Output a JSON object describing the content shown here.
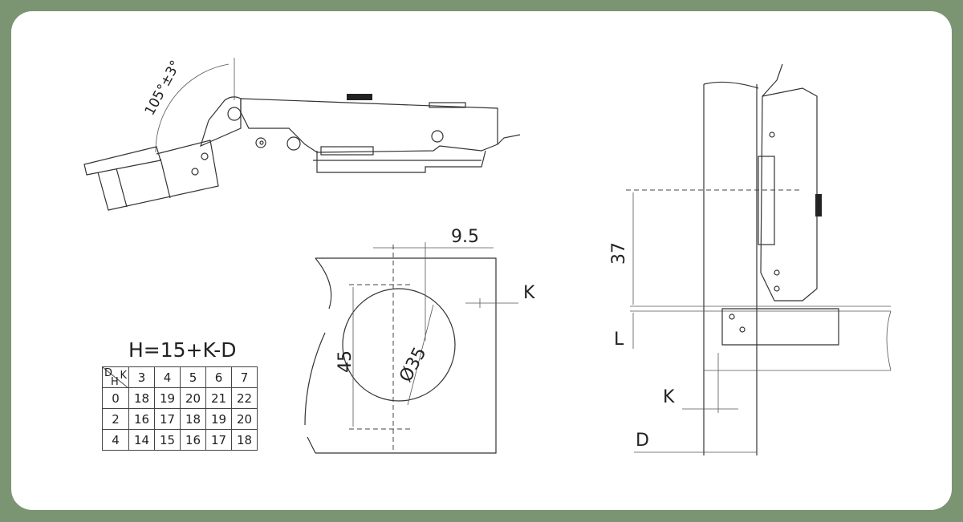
{
  "angle_label": "105°±3°",
  "middle": {
    "offset_label": "9.5",
    "height_label": "45",
    "diameter_label": "Ø35",
    "k_label": "K"
  },
  "side": {
    "dim_37": "37",
    "l_label": "L",
    "k_label": "K",
    "d_label": "D"
  },
  "table": {
    "formula": "H=15+K-D",
    "corner": {
      "d": "D",
      "k": "K",
      "h": "H"
    },
    "k_values": [
      "3",
      "4",
      "5",
      "6",
      "7"
    ],
    "rows": [
      {
        "d": "0",
        "h": [
          "18",
          "19",
          "20",
          "21",
          "22"
        ]
      },
      {
        "d": "2",
        "h": [
          "16",
          "17",
          "18",
          "19",
          "20"
        ]
      },
      {
        "d": "4",
        "h": [
          "14",
          "15",
          "16",
          "17",
          "18"
        ]
      }
    ]
  }
}
